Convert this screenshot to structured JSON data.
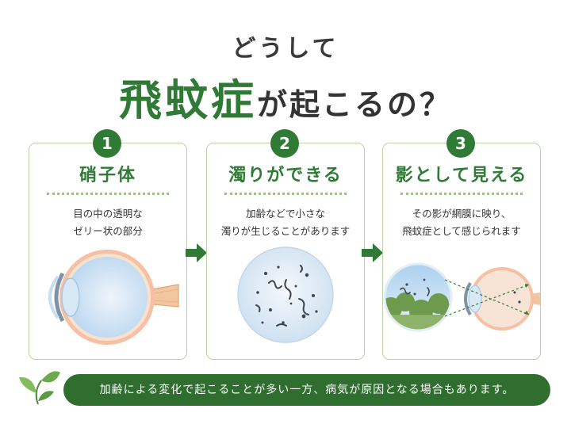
{
  "title": {
    "line1": "どうして",
    "emphasis": "飛蚊症",
    "rest": "が起こるの？"
  },
  "steps": [
    {
      "number": "1",
      "title": "硝子体",
      "desc": [
        "目の中の透明な",
        "ゼリー状の部分"
      ],
      "illustration": "eyeball-cross-section"
    },
    {
      "number": "2",
      "title": "濁りができる",
      "desc": [
        "加齢などで小さな",
        "濁りが生じることがあります"
      ],
      "illustration": "floaters-circle"
    },
    {
      "number": "3",
      "title": "影として見える",
      "desc": [
        "その影が網膜に映り、",
        "飛蚊症として感じられます"
      ],
      "illustration": "eye-with-vision-view"
    }
  ],
  "arrows": [
    "arrow-right-icon",
    "arrow-right-icon"
  ],
  "footer": {
    "text": "加齢による変化で起こることが多い一方、病気が原因となる場合もあります。",
    "icon": "leaves-icon"
  },
  "colors": {
    "accent": "#2f7a35",
    "footer_bg": "#2f6e2f",
    "card_border": "#b9d3a6",
    "dots": "#9cc47a"
  }
}
